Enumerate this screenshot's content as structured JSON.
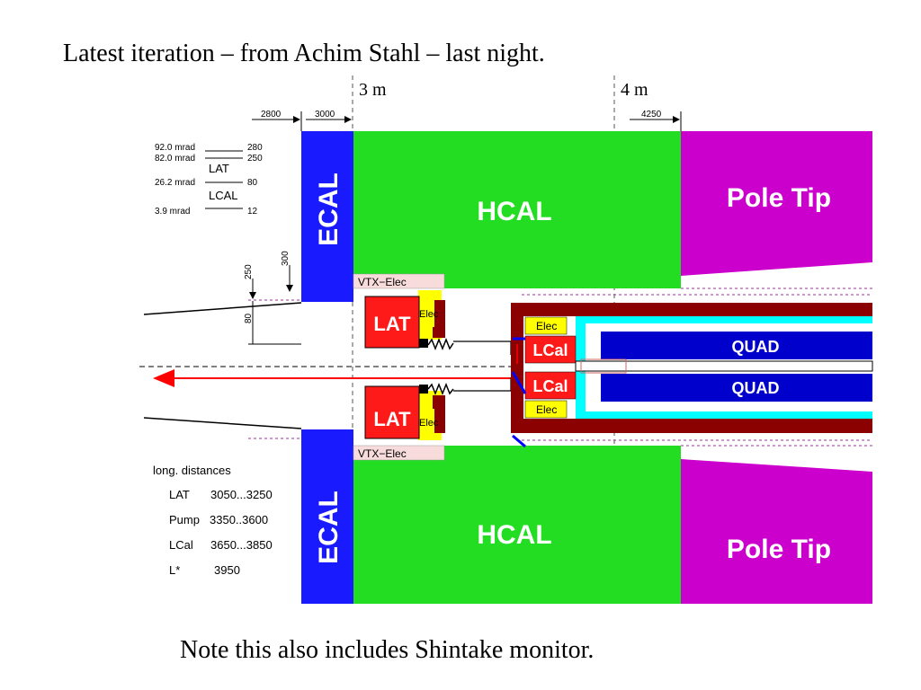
{
  "slide": {
    "headline": "Latest iteration – from Achim Stahl – last night.",
    "footnote": "Note this also includes Shintake monitor."
  },
  "diagram": {
    "markers": {
      "m3": "3 m",
      "m4": "4 m"
    },
    "dims": {
      "d2800": "2800",
      "d3000": "3000",
      "d4250": "4250",
      "d250": "250",
      "d300": "300",
      "d80": "80"
    },
    "angles": [
      {
        "mrad": "92.0 mrad",
        "val": "280"
      },
      {
        "mrad": "82.0 mrad",
        "val": "250"
      },
      {
        "mrad": "26.2 mrad",
        "val": "80"
      },
      {
        "mrad": "3.9 mrad",
        "val": "12"
      }
    ],
    "angle_labels": {
      "lat": "LAT",
      "lcal": "LCAL"
    },
    "blocks": {
      "ecal": "ECAL",
      "hcal": "HCAL",
      "pole_tip": "Pole Tip",
      "vtx_elec": "VTX−Elec",
      "lat": "LAT",
      "elec": "Elec",
      "lcal": "LCal",
      "quad": "QUAD"
    },
    "distances": {
      "title": "long. distances",
      "rows": [
        {
          "name": "LAT",
          "range": "3050...3250"
        },
        {
          "name": "Pump",
          "range": "3350..3600"
        },
        {
          "name": "LCal",
          "range": "3650...3850"
        },
        {
          "name": "L*",
          "range": "3950"
        }
      ]
    },
    "colors": {
      "ecal": "#1a1aff",
      "hcal": "#22dd22",
      "pole_tip": "#cc00cc",
      "lat": "#ff1a1a",
      "elec": "#ffff00",
      "vtx": "#f8dcdc",
      "quad": "#0000cc",
      "cyan": "#00ffff",
      "maroon": "#8b0000",
      "beam": "#ff0000"
    }
  }
}
